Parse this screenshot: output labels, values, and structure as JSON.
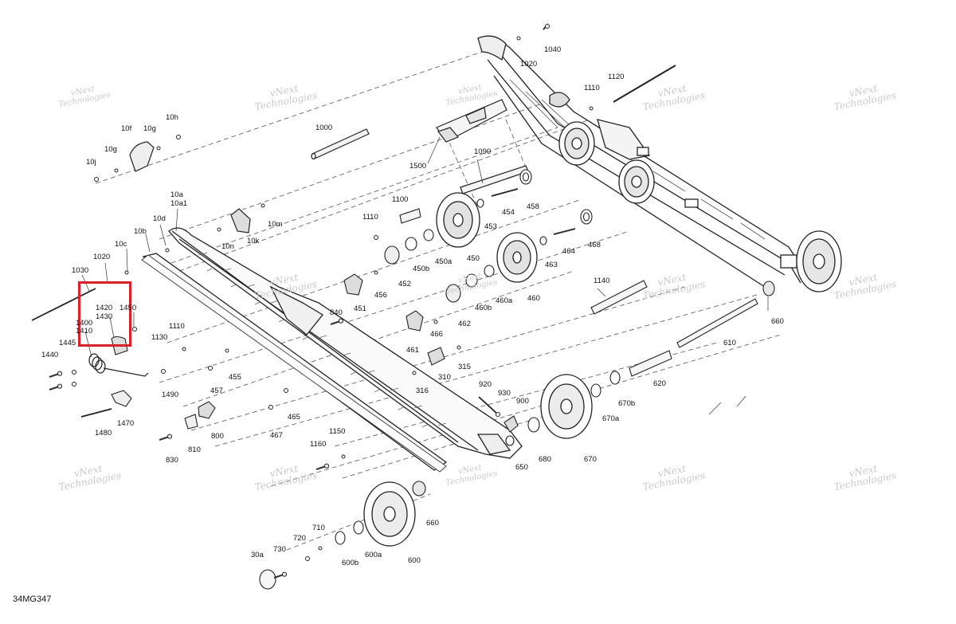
{
  "diagram_id": "34MG347",
  "watermark": {
    "line1": "vNext",
    "line2": "Technologies"
  },
  "highlight_color": "#d62128",
  "labels": {
    "l1040": "1040",
    "l1020a": "1020",
    "l1110a": "1110",
    "l1120": "1120",
    "l10h": "10h",
    "l10f": "10f",
    "l10g1": "10g",
    "l10g2": "10g",
    "l10j": "10j",
    "l1000": "1000",
    "l1500": "1500",
    "l1090": "1090",
    "l10a": "10a",
    "l10a1": "10a1",
    "l10d": "10d",
    "l10m": "10m",
    "l10k": "10k",
    "l10n": "10n",
    "l10b": "10b",
    "l10c": "10c",
    "l1020b": "1020",
    "l1030": "1030",
    "l1100": "1100",
    "l1110b": "1110",
    "l454": "454",
    "l458": "458",
    "l453": "453",
    "l464": "464",
    "l468": "468",
    "l450b": "450b",
    "l450a": "450a",
    "l450": "450",
    "l452": "452",
    "l463": "463",
    "l451": "451",
    "l456": "456",
    "l460b": "460b",
    "l460a": "460a",
    "l460": "460",
    "l462": "462",
    "l840": "840",
    "l466": "466",
    "l461": "461",
    "l1140": "1140",
    "l660a": "660",
    "l1420": "1420",
    "l1430": "1430",
    "l1450": "1450",
    "l1400": "1400",
    "l1410": "1410",
    "l1110c": "1110",
    "l1130": "1130",
    "l1445": "1445",
    "l1440": "1440",
    "l455": "455",
    "l315": "315",
    "l310": "310",
    "l316": "316",
    "l610": "610",
    "l1490": "1490",
    "l457": "457",
    "l620": "620",
    "l1470": "1470",
    "l920": "920",
    "l930": "930",
    "l900": "900",
    "l670b": "670b",
    "l465": "465",
    "l670a": "670a",
    "l1480": "1480",
    "l800": "800",
    "l467": "467",
    "l650": "650",
    "l680": "680",
    "l670": "670",
    "l810": "810",
    "l830": "830",
    "l1150": "1150",
    "l1160": "1160",
    "l660b": "660",
    "l710": "710",
    "l720": "720",
    "l730": "730",
    "l30a": "30a",
    "l600b": "600b",
    "l600a": "600a",
    "l600": "600"
  }
}
